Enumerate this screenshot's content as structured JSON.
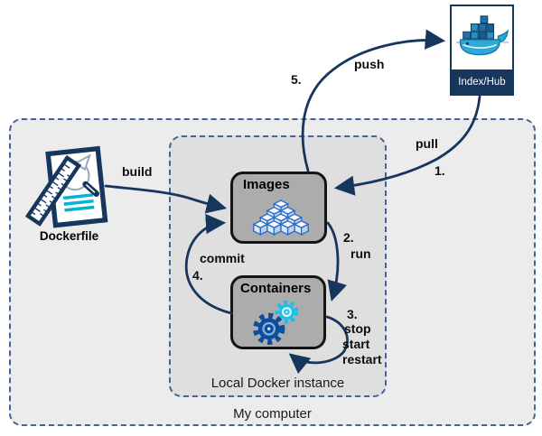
{
  "zones": {
    "my_computer": "My computer",
    "local_docker": "Local Docker instance"
  },
  "nodes": {
    "dockerfile": "Dockerfile",
    "images": "Images",
    "containers": "Containers",
    "hub": "Index/Hub"
  },
  "edges": {
    "build": {
      "label": "build"
    },
    "push": {
      "label": "push",
      "step": "5."
    },
    "pull": {
      "label": "pull",
      "step": "1."
    },
    "run": {
      "label": "run",
      "step": "2."
    },
    "commit": {
      "label": "commit",
      "step": "4."
    },
    "lifecycle": {
      "step": "3.",
      "lines": [
        "stop",
        "start",
        "restart"
      ]
    }
  },
  "colors": {
    "arrow_navy": "#17365d",
    "dashed_border": "#44639a",
    "outer_fill": "#ececec",
    "inner_fill": "#dfdfdf",
    "node_fill": "#acacac",
    "node_border": "#141414",
    "hub_strip_navy": "#17365d",
    "doc_cyan": "#00b3d7",
    "gear_dark_blue": "#0d4d9e",
    "gear_cyan": "#19bfe8",
    "whale_blue": "#2fa8d6",
    "cube_edge_blue": "#2e6bc4"
  }
}
